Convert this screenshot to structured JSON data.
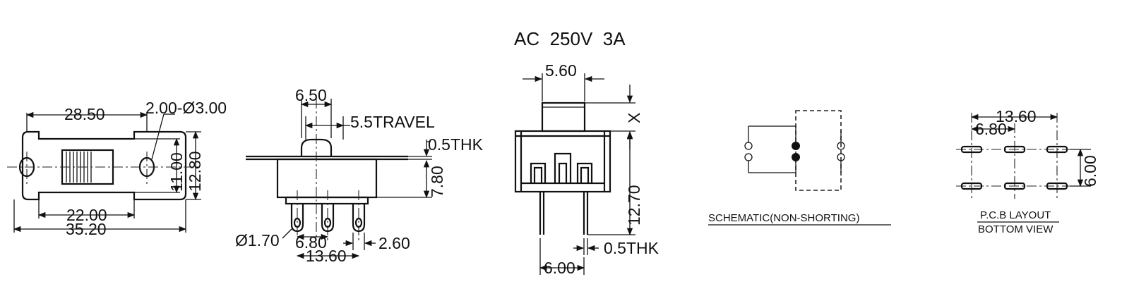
{
  "rating": "AC  250V  3A",
  "top_view": {
    "dim_pitch": "28.50",
    "dim_hole": "2.00-Ø3.00",
    "dim_inner_h": "11.00",
    "dim_outer_h": "12.80",
    "dim_body_w": "22.00",
    "dim_total_w": "35.20"
  },
  "side_view": {
    "dim_knob": "6.50",
    "dim_travel": "5.5TRAVEL",
    "dim_thk": "0.5THK",
    "dim_height": "7.80",
    "dim_pin_dia": "Ø1.70",
    "dim_pin_pitch": "6.80",
    "dim_pin_span": "13.60",
    "dim_pin_w": "2.60"
  },
  "end_view": {
    "dim_knob_w": "5.60",
    "dim_x": "X",
    "dim_height": "12.70",
    "dim_thk": "0.5THK",
    "dim_pin_len": "6.00"
  },
  "schematic": {
    "label": "SCHEMATIC(NON-SHORTING)"
  },
  "pcb": {
    "dim_span": "13.60",
    "dim_pitch": "6.80",
    "dim_row": "6.00",
    "label_line1": "P.C.B LAYOUT",
    "label_line2": "BOTTOM VIEW"
  }
}
